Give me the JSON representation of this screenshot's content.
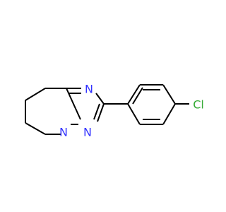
{
  "molecule": {
    "atoms": {
      "n1": "N",
      "n2": "N",
      "n3": "N",
      "cl": "Cl"
    }
  },
  "colors": {
    "nitrogen": "#3333ff",
    "chlorine": "#33aa33",
    "bond": "#000000",
    "background": "#ffffff"
  }
}
